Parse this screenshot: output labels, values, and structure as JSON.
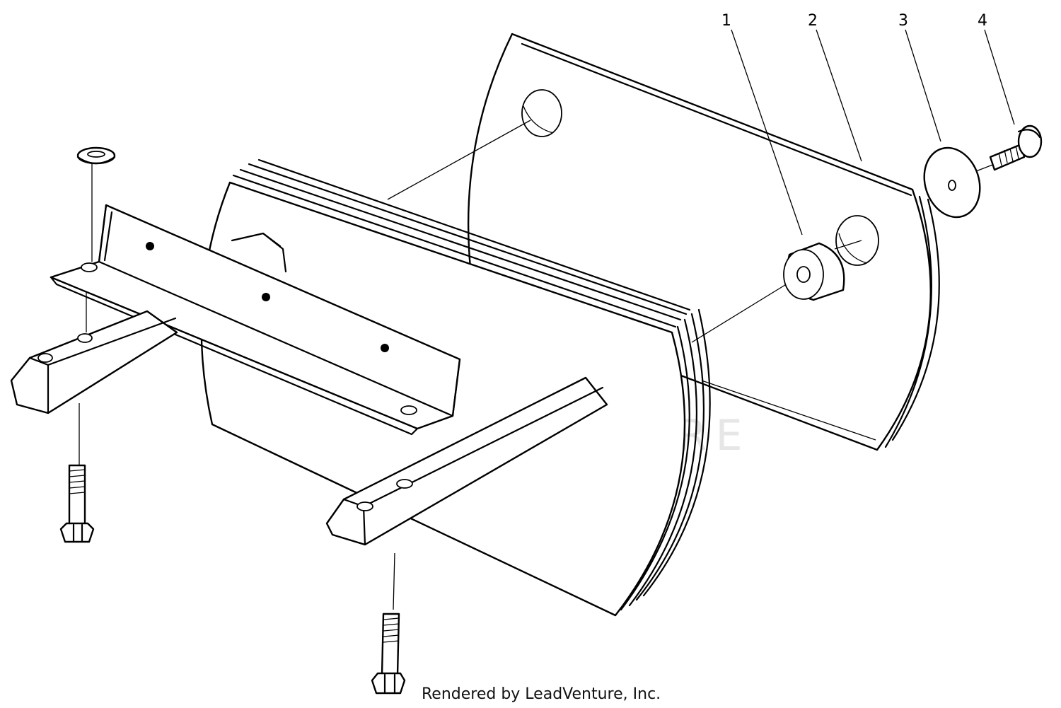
{
  "diagram": {
    "callouts": [
      {
        "number": "1"
      },
      {
        "number": "2"
      },
      {
        "number": "3"
      },
      {
        "number": "4"
      }
    ],
    "watermark": "LEADVENTURE",
    "credit": "Rendered by LeadVenture, Inc."
  }
}
